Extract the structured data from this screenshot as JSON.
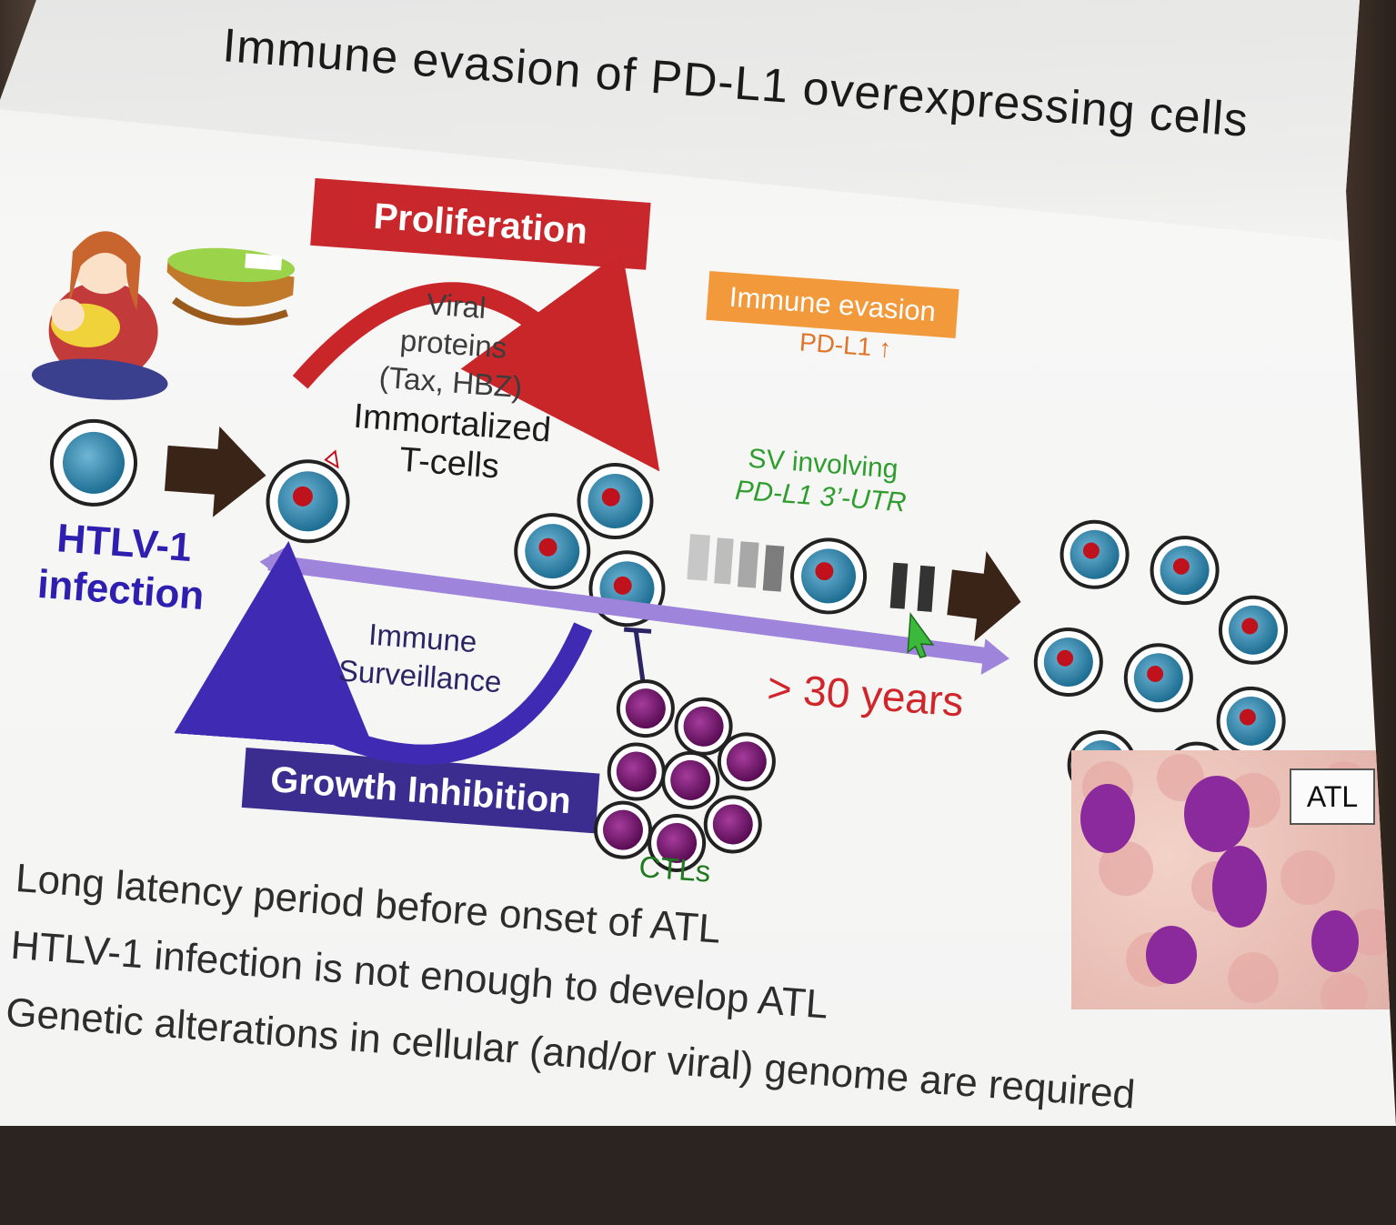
{
  "slide": {
    "title": "Immune evasion of PD-L1 overexpressing cells",
    "proliferation_label": "Proliferation",
    "viral_proteins_lines": [
      "Viral",
      "proteins",
      "(Tax, HBZ)"
    ],
    "immortalized_lines": [
      "Immortalized",
      "T-cells"
    ],
    "htlv_lines": [
      "HTLV-1",
      "infection"
    ],
    "immune_evasion_label": "Immune evasion",
    "pdl1_up": "PD-L1 ↑",
    "sv_line1": "SV involving",
    "sv_line2": "PD-L1 3’-UTR",
    "years": "> 30 years",
    "surveillance_lines": [
      "Immune",
      "Surveillance"
    ],
    "growth_inhibition_label": "Growth Inhibition",
    "ctls": "CTLs",
    "atl_label": "ATL",
    "bullets": [
      "Long latency period before onset of ATL",
      "HTLV-1 infection is not enough to develop ATL",
      "Genetic alterations in cellular (and/or viral) genome are required"
    ]
  },
  "colors": {
    "proliferation": "#c8282b",
    "immune_evasion": "#f29a3b",
    "growth_inhibition": "#3b2d8f",
    "timeline": "#a58be0",
    "htlv_text": "#2f1fb0",
    "years_text": "#d0262b",
    "sv_text": "#2e9d2e"
  },
  "icons": [
    "mother-breastfeeding-icon",
    "cradle-icon",
    "t-cell-icon",
    "ctl-cell-icon",
    "arrow-right-icon",
    "cursor-icon"
  ]
}
